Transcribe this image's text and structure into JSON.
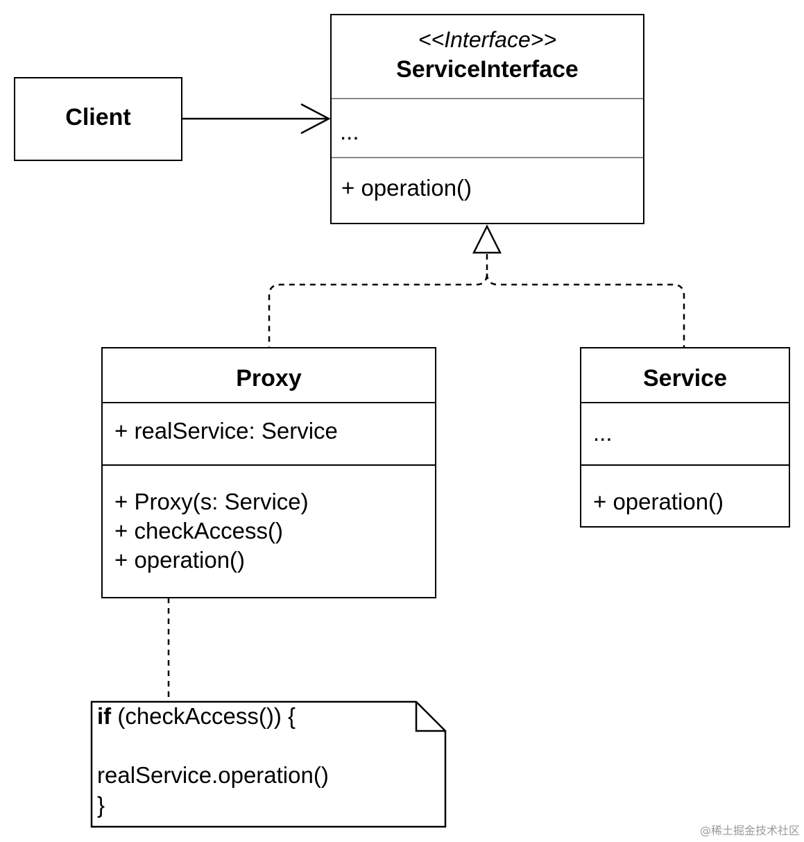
{
  "client": {
    "name": "Client"
  },
  "service_interface": {
    "stereotype": "<<Interface>>",
    "name": "ServiceInterface",
    "fields": "...",
    "methods": [
      "+ operation()"
    ]
  },
  "proxy": {
    "name": "Proxy",
    "fields": [
      "+ realService: Service"
    ],
    "methods": [
      "+ Proxy(s: Service)",
      "+ checkAccess()",
      "+ operation()"
    ]
  },
  "service": {
    "name": "Service",
    "fields": "...",
    "methods": [
      "+ operation()"
    ]
  },
  "note": {
    "keyword": "if",
    "line1_rest": " (checkAccess()) {",
    "line2": "realService.operation()",
    "line3": "}"
  },
  "watermark": "@稀土掘金技术社区"
}
